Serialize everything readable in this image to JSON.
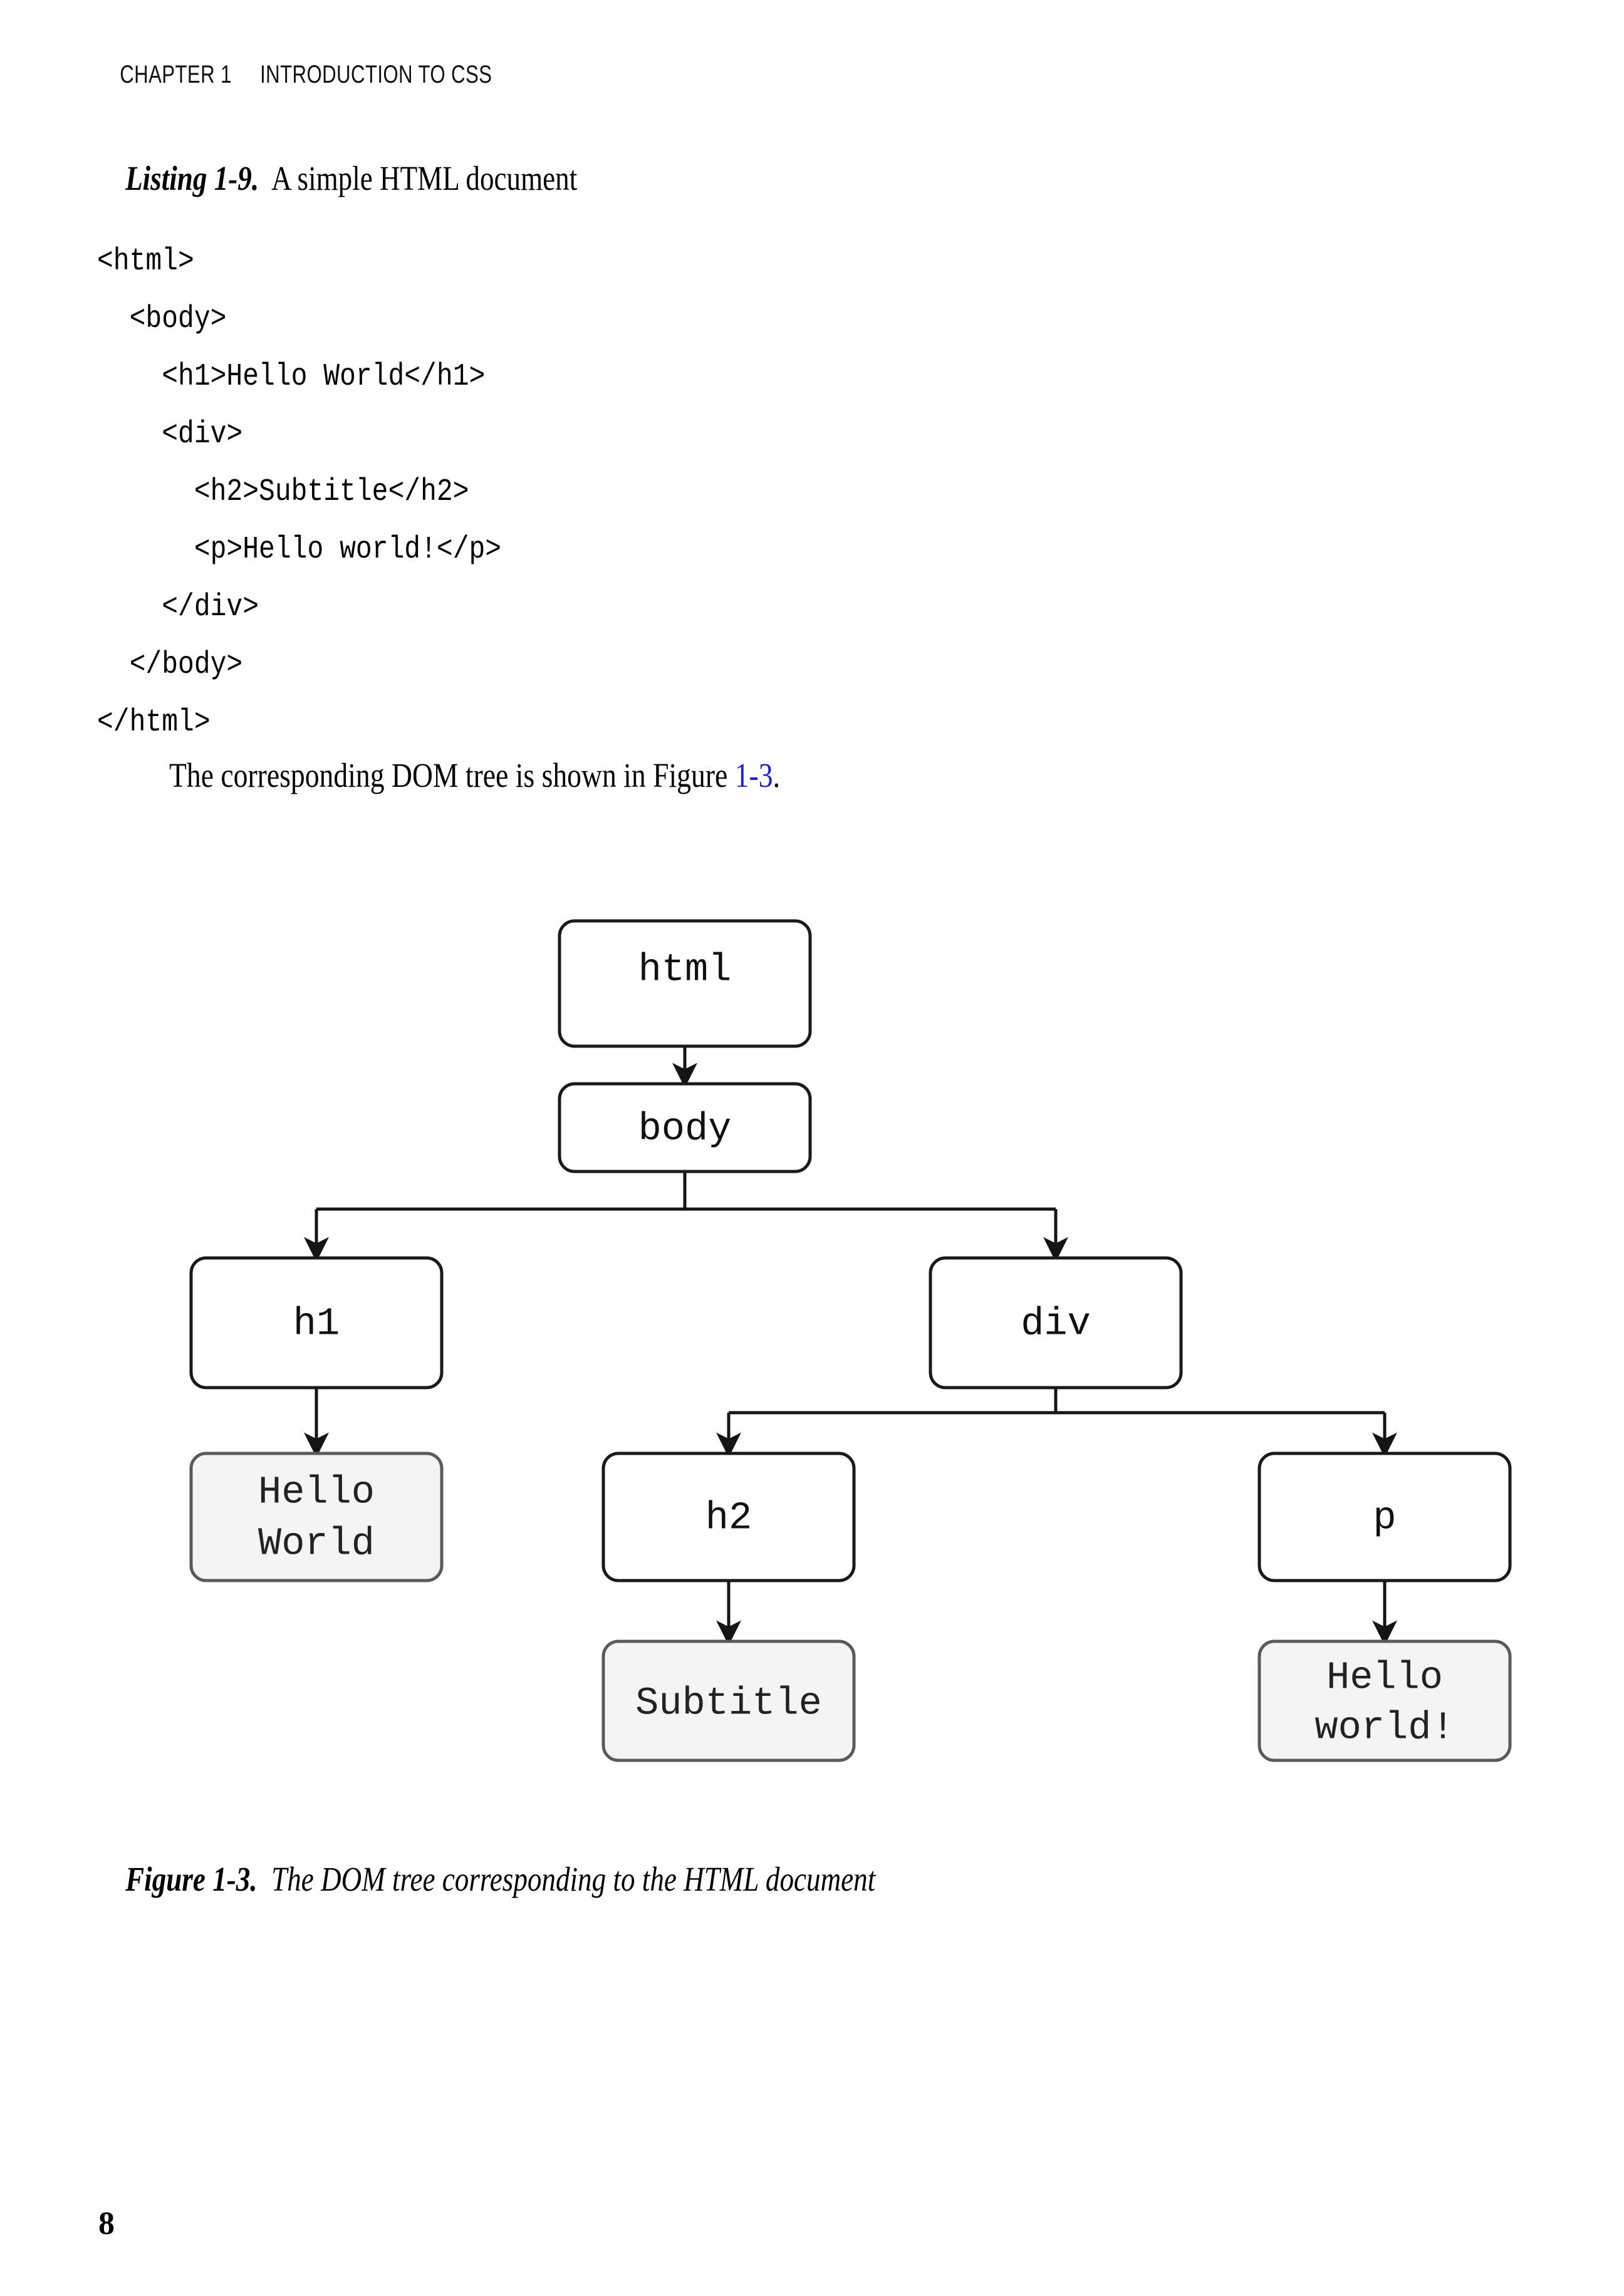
{
  "header": {
    "chapter": "CHAPTER 1",
    "title": "INTRODUCTION TO CSS"
  },
  "listing": {
    "label": "Listing 1-9.",
    "description": "A simple HTML document",
    "code": "<html>\n  <body>\n    <h1>Hello World</h1>\n    <div>\n      <h2>Subtitle</h2>\n      <p>Hello world!</p>\n    </div>\n  </body>\n</html>"
  },
  "paragraph": {
    "before": "The corresponding DOM tree is shown in Figure ",
    "xref": "1-3",
    "after": "."
  },
  "figure": {
    "label": "Figure 1-3.",
    "description": "The DOM tree corresponding to the HTML document",
    "link_color": "#1f1fd6",
    "element_node_fill": "#ffffff",
    "element_node_stroke": "#1a1a1a",
    "text_node_fill": "#f4f4f4",
    "text_node_stroke": "#5a5a5a",
    "nodes": {
      "html": "html",
      "body": "body",
      "h1": "h1",
      "div": "div",
      "hello_world_line1": "Hello",
      "hello_world_line2": "World",
      "h2": "h2",
      "p": "p",
      "subtitle": "Subtitle",
      "hello_world_ex_line1": "Hello",
      "hello_world_ex_line2": "world!"
    }
  },
  "folio": {
    "page_number": "8"
  }
}
